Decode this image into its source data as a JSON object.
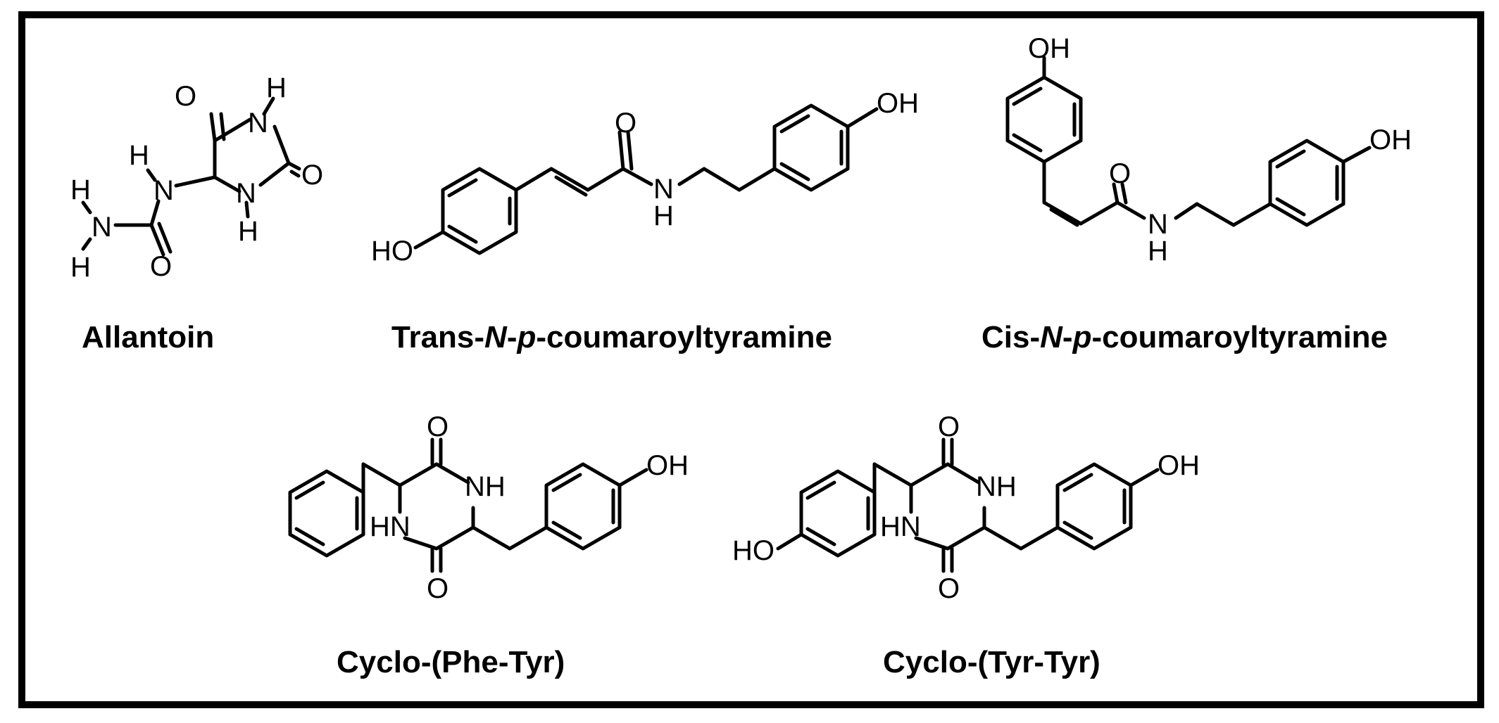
{
  "colors": {
    "border": "#000000",
    "ink": "#000000",
    "background": "#ffffff"
  },
  "atoms": {
    "O": "O",
    "H": "H",
    "N": "N",
    "NH": "NH",
    "HN": "HN",
    "OH": "OH",
    "HO": "HO"
  },
  "compounds": [
    {
      "name": "Allantoin"
    },
    {
      "prefix": "Trans-",
      "n": "N",
      "dash1": "-",
      "p": "p",
      "suffix": "-coumaroyltyramine"
    },
    {
      "prefix": "Cis-",
      "n": "N",
      "dash1": "-",
      "p": "p",
      "suffix": "-coumaroyltyramine"
    },
    {
      "name": "Cyclo-(Phe-Tyr)"
    },
    {
      "name": "Cyclo-(Tyr-Tyr)"
    }
  ]
}
